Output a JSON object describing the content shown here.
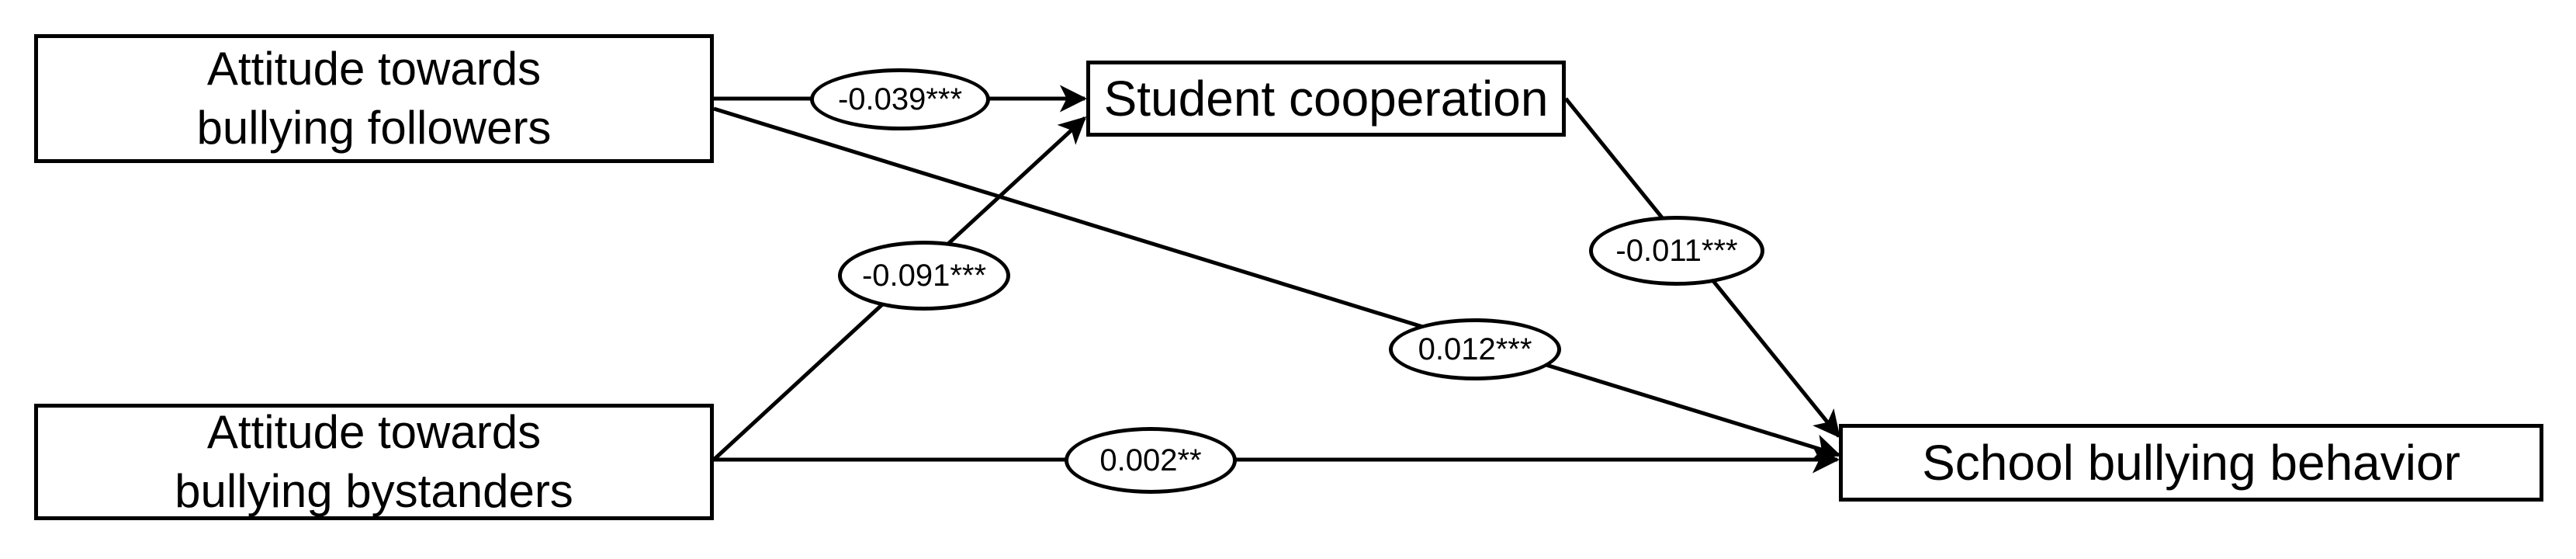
{
  "diagram": {
    "nodes": {
      "followers": {
        "line1": "Attitude towards",
        "line2": "bullying followers"
      },
      "bystanders": {
        "line1": "Attitude towards",
        "line2": "bullying bystanders"
      },
      "cooperation": {
        "label": "Student cooperation"
      },
      "bullying": {
        "label": "School bullying behavior"
      }
    },
    "edges": [
      {
        "from": "Attitude towards bullying followers",
        "to": "Student cooperation",
        "coefficient": "-0.039***"
      },
      {
        "from": "Attitude towards bullying bystanders",
        "to": "Student cooperation",
        "coefficient": "-0.091***"
      },
      {
        "from": "Student cooperation",
        "to": "School bullying behavior",
        "coefficient": "-0.011***"
      },
      {
        "from": "Attitude towards bullying followers",
        "to": "School bullying behavior",
        "coefficient": "0.012***"
      },
      {
        "from": "Attitude towards bullying bystanders",
        "to": "School bullying behavior",
        "coefficient": "0.002**"
      }
    ],
    "colors": {
      "stroke": "#000000",
      "fill": "#ffffff"
    }
  }
}
